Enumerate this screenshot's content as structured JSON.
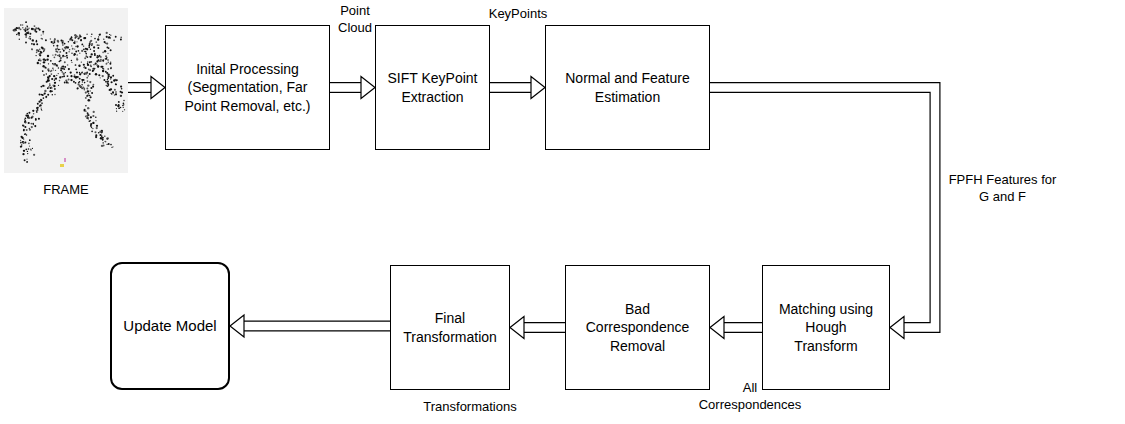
{
  "diagram": {
    "nodes": [
      {
        "text": [
          "FRAME"
        ]
      },
      {
        "text": [
          "Inital Processing (Segmentation, Far Point Removal, etc.)"
        ]
      },
      {
        "text": [
          "SIFT KeyPoint Extraction"
        ]
      },
      {
        "text": [
          "Normal and Feature Estimation"
        ]
      },
      {
        "text": [
          "Matching using Hough Transform"
        ]
      },
      {
        "text": [
          "Bad Correspondence Removal"
        ]
      },
      {
        "text": [
          "Final Transformation"
        ]
      },
      {
        "text": [
          "Update Model"
        ]
      }
    ],
    "edges": [
      {
        "from": 0,
        "to": 1,
        "arrow": "to"
      },
      {
        "from": 1,
        "to": 2,
        "arrow": "to",
        "label": "Point Cloud"
      },
      {
        "from": 2,
        "to": 3,
        "arrow": "to",
        "label": "KeyPoints"
      },
      {
        "from": 3,
        "to": 4,
        "arrow": "to",
        "label": "FPFH Features for G and F"
      },
      {
        "from": 4,
        "to": 5,
        "arrow": "to",
        "label": "All Correspondences"
      },
      {
        "from": 5,
        "to": 6,
        "arrow": "to",
        "label": "Transformations"
      },
      {
        "from": 6,
        "to": 7,
        "arrow": "to"
      }
    ]
  }
}
